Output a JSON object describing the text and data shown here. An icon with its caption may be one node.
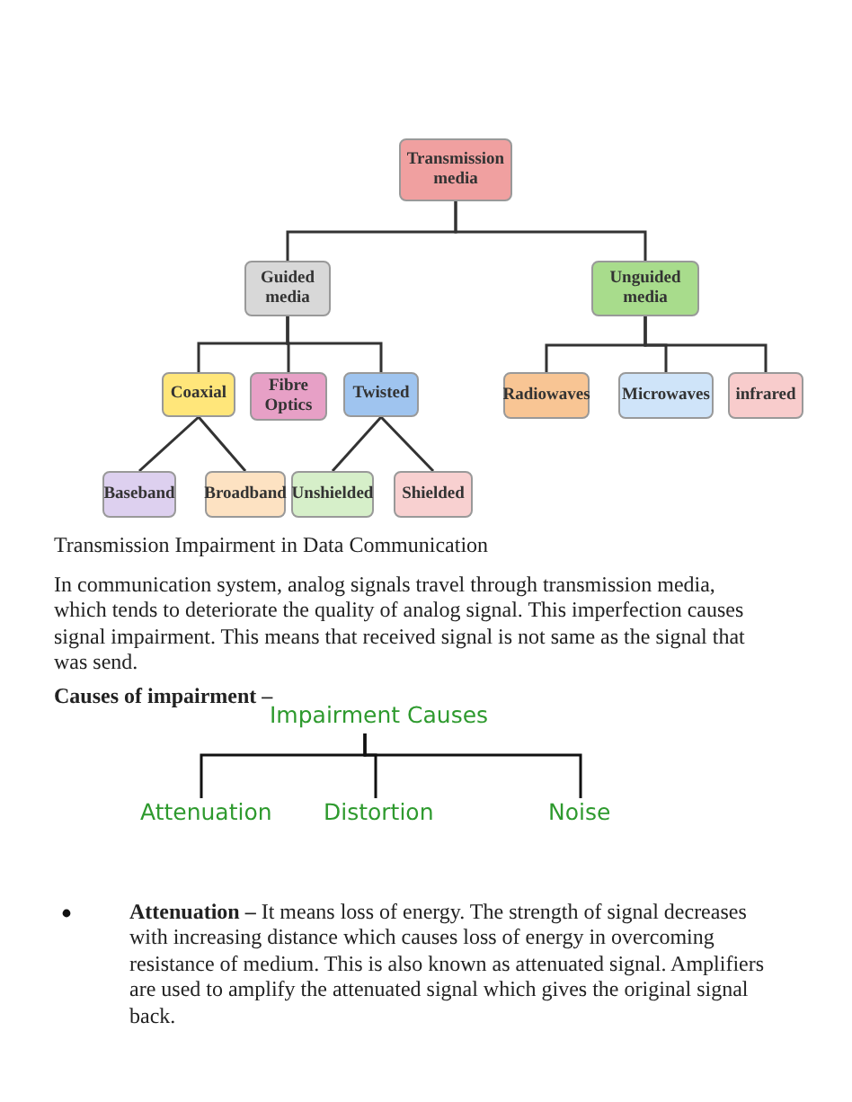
{
  "diagram": {
    "nodes": [
      {
        "text": [
          "Transmission media"
        ]
      },
      {
        "text": [
          "Guided media"
        ]
      },
      {
        "text": [
          "Unguided media"
        ]
      },
      {
        "text": [
          "Coaxial"
        ]
      },
      {
        "text": [
          "Fibre Optics"
        ]
      },
      {
        "text": [
          "Twisted"
        ]
      },
      {
        "text": [
          "Radiowaves"
        ]
      },
      {
        "text": [
          "Microwaves"
        ]
      },
      {
        "text": [
          "infrared"
        ]
      },
      {
        "text": [
          "Baseband"
        ]
      },
      {
        "text": [
          "Broadband"
        ]
      },
      {
        "text": [
          "Unshielded"
        ]
      },
      {
        "text": [
          "Shielded"
        ]
      },
      {
        "text": [
          "Impairment Causes"
        ]
      },
      {
        "text": [
          "Attenuation"
        ]
      },
      {
        "text": [
          "Distortion"
        ]
      },
      {
        "text": [
          "Noise"
        ]
      }
    ],
    "edges": [
      {
        "from": 0,
        "to": 1,
        "arrow": "none"
      },
      {
        "from": 0,
        "to": 2,
        "arrow": "none"
      },
      {
        "from": 1,
        "to": 3,
        "arrow": "none"
      },
      {
        "from": 1,
        "to": 4,
        "arrow": "none"
      },
      {
        "from": 1,
        "to": 5,
        "arrow": "none"
      },
      {
        "from": 2,
        "to": 6,
        "arrow": "none"
      },
      {
        "from": 2,
        "to": 7,
        "arrow": "none"
      },
      {
        "from": 2,
        "to": 8,
        "arrow": "none"
      },
      {
        "from": 3,
        "to": 9,
        "arrow": "none"
      },
      {
        "from": 3,
        "to": 10,
        "arrow": "none"
      },
      {
        "from": 5,
        "to": 11,
        "arrow": "none"
      },
      {
        "from": 5,
        "to": 12,
        "arrow": "none"
      },
      {
        "from": 13,
        "to": 14,
        "arrow": "none"
      },
      {
        "from": 13,
        "to": 15,
        "arrow": "none"
      },
      {
        "from": 13,
        "to": 16,
        "arrow": "none"
      }
    ],
    "labels": [
      "Transmission Impairment in Data Communication",
      "In communication system, analog signals travel through transmission media, which tends to deteriorate the quality of analog signal. This imperfection causes signal impairment. This means that received signal is not same as the signal that was send.",
      "Causes of impairment –",
      "**Attenuation –** It means loss of energy. The strength of signal decreases with increasing distance which causes loss of energy in overcoming resistance of medium. This is also known as attenuated signal. Amplifiers are used to amplify the attenuated signal which gives the original signal back."
    ]
  }
}
